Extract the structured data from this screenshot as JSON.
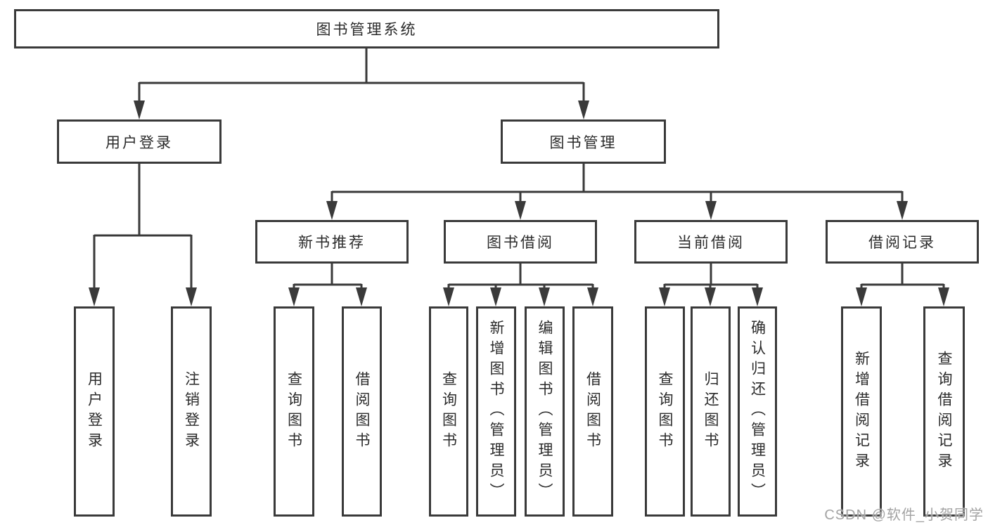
{
  "tree": {
    "label": "图书管理系统",
    "children": [
      {
        "label": "用户登录",
        "children": [
          {
            "label": "用户登录"
          },
          {
            "label": "注销登录"
          }
        ]
      },
      {
        "label": "图书管理",
        "children": [
          {
            "label": "新书推荐",
            "children": [
              {
                "label": "查询图书"
              },
              {
                "label": "借阅图书"
              }
            ]
          },
          {
            "label": "图书借阅",
            "children": [
              {
                "label": "查询图书"
              },
              {
                "label": "新增图书（管理员）"
              },
              {
                "label": "编辑图书（管理员）"
              },
              {
                "label": "借阅图书"
              }
            ]
          },
          {
            "label": "当前借阅",
            "children": [
              {
                "label": "查询图书"
              },
              {
                "label": "归还图书"
              },
              {
                "label": "确认归还（管理员）"
              }
            ]
          },
          {
            "label": "借阅记录",
            "children": [
              {
                "label": "新增借阅记录"
              },
              {
                "label": "查询借阅记录"
              }
            ]
          }
        ]
      }
    ]
  },
  "watermark": "CSDN @软件_小贺同学",
  "colors": {
    "line": "#3a3a3a",
    "box_border": "#3a3a3a",
    "text": "#2b2b2b",
    "watermark": "#a3a3a3",
    "background": "#ffffff"
  }
}
